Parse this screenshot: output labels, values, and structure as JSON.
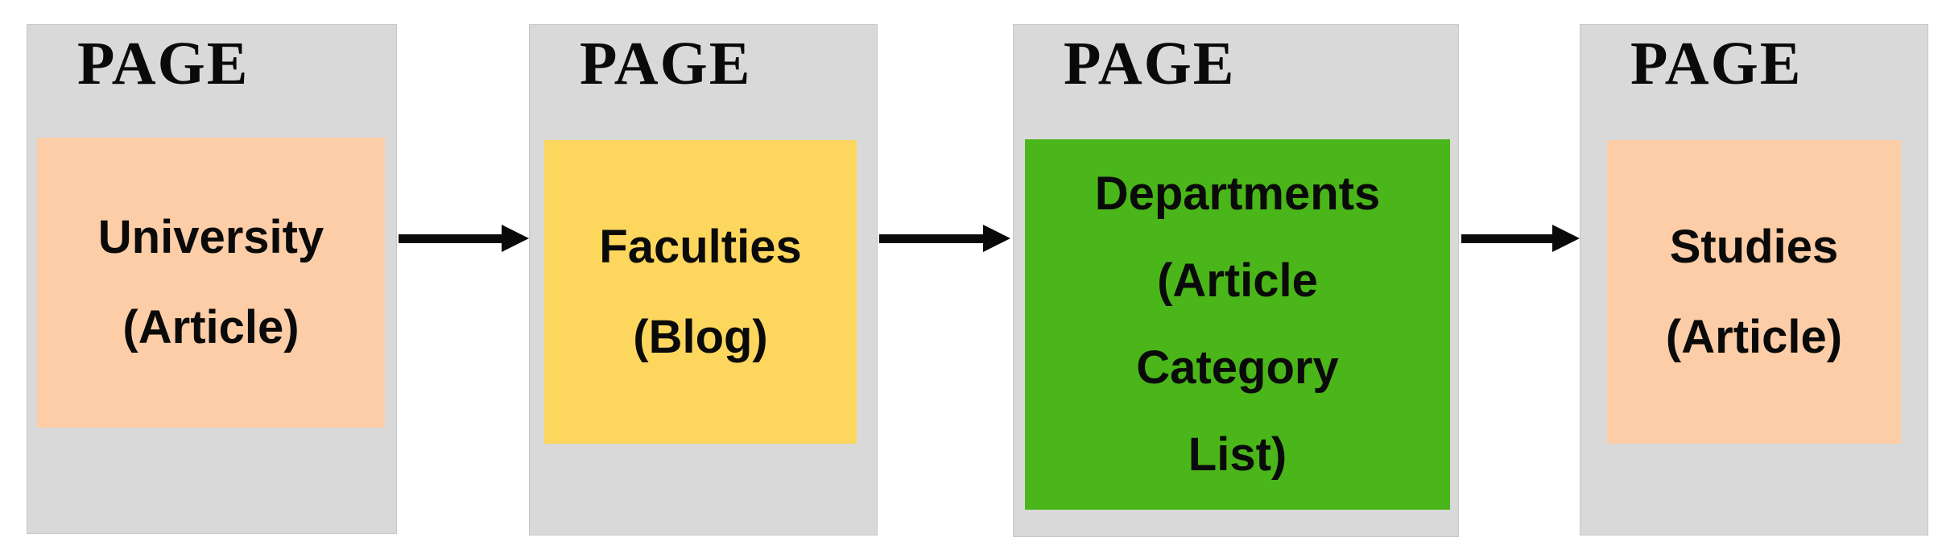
{
  "colors": {
    "canvas_bg": "#FFFFFF",
    "page_box_bg": "#D9D9D9",
    "page_box_border": "#C6C6C6",
    "peach": "#FCCDA6",
    "yellow": "#FDD75D",
    "green": "#4AB619",
    "text": "#0A0A0A",
    "arrow": "#0A0A0A"
  },
  "pages": [
    {
      "header": "PAGE",
      "lines": [
        "University",
        "(Article)"
      ],
      "fill": "#FCCDA6"
    },
    {
      "header": "PAGE",
      "lines": [
        "Faculties",
        "(Blog)"
      ],
      "fill": "#FDD75D"
    },
    {
      "header": "PAGE",
      "lines": [
        "Departments",
        "(Article",
        "Category",
        "List)"
      ],
      "fill": "#4AB619"
    },
    {
      "header": "PAGE",
      "lines": [
        "Studies",
        "(Article)"
      ],
      "fill": "#FCCDA6"
    }
  ],
  "arrows": [
    {
      "name": "arrow-1",
      "direction": "right"
    },
    {
      "name": "arrow-2",
      "direction": "right"
    },
    {
      "name": "arrow-3",
      "direction": "right"
    }
  ]
}
